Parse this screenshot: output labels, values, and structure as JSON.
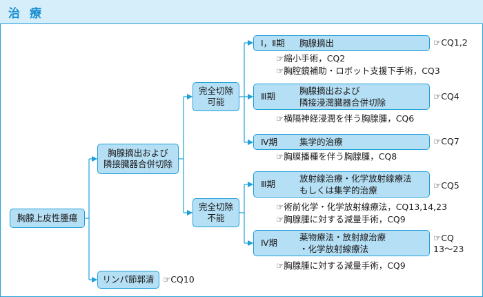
{
  "header": {
    "title": "治 療"
  },
  "root": {
    "label": "胸腺上皮性腫瘍"
  },
  "surgery": {
    "line1": "胸腺摘出および",
    "line2": "隣接臓器合併切除"
  },
  "lymph": {
    "label": "リンパ節郭清",
    "ref": "☞CQ10"
  },
  "complete": {
    "line1": "完全切除",
    "line2": "可能"
  },
  "incomplete": {
    "line1": "完全切除",
    "line2": "不能"
  },
  "stage12": {
    "stage": "Ⅰ，Ⅱ期",
    "content": "胸腺摘出",
    "ref": "☞CQ1,2",
    "notes": [
      "☞縮小手術，CQ2",
      "☞胸腔鏡補助・ロボット支援下手術，CQ3"
    ]
  },
  "stage3a": {
    "stage": "Ⅲ期",
    "line1": "胸腺摘出および",
    "line2": "隣接浸潤臓器合併切除",
    "ref": "☞CQ4",
    "notes": [
      "☞横隔神経浸潤を伴う胸腺腫，CQ6"
    ]
  },
  "stage4a": {
    "stage": "Ⅳ期",
    "content": "集学的治療",
    "ref": "☞CQ7",
    "notes": [
      "☞胸膜播種を伴う胸腺腫，CQ8"
    ]
  },
  "stage3b": {
    "stage": "Ⅲ期",
    "line1": "放射線治療・化学放射線療法",
    "line2": "もしくは集学的治療",
    "ref": "☞CQ5",
    "notes": [
      "☞術前化学・化学放射線療法，CQ13,14,23",
      "☞胸腺腫に対する減量手術，CQ9"
    ]
  },
  "stage4b": {
    "stage": "Ⅳ期",
    "line1": "薬物療法・放射線治療",
    "line2": "・化学放射線療法",
    "ref_line1": "☞CQ",
    "ref_line2": "13～23",
    "notes": [
      "☞胸腺腫に対する減量手術，CQ9"
    ]
  },
  "colors": {
    "accent": "#1ea0d8",
    "box_fill": "#b5dff5",
    "header_fill": "#d6eefa"
  }
}
